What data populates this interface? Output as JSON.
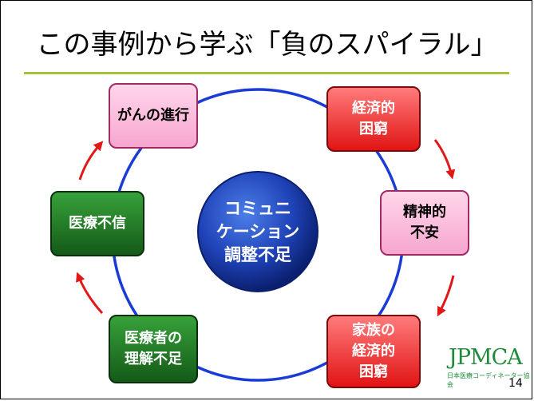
{
  "slide": {
    "title": "この事例から学ぶ「負のスパイラル」",
    "page_number": "14"
  },
  "center": {
    "label": "コミュニ\nケーション\n調整不足"
  },
  "nodes": [
    {
      "id": "cancer-progression",
      "label": "がんの進行",
      "color": "pink"
    },
    {
      "id": "economic-hardship",
      "label": "経済的\n困窮",
      "color": "red"
    },
    {
      "id": "mental-anxiety",
      "label": "精神的\n不安",
      "color": "pink"
    },
    {
      "id": "family-economic-hardship",
      "label": "家族の\n経済的\n困窮",
      "color": "red"
    },
    {
      "id": "lack-of-understanding",
      "label": "医療者の\n理解不足",
      "color": "green"
    },
    {
      "id": "medical-distrust",
      "label": "医療不信",
      "color": "green"
    }
  ],
  "logo": {
    "text": "JPMCA",
    "subtext": "日本医療コーディネーター協会"
  },
  "colors": {
    "accent_rule": "#a6c23a",
    "circle": "#1a3bd6",
    "arrow": "#e01818",
    "center_dark": "#0a1f6e",
    "center_light": "#3a6fe0"
  }
}
